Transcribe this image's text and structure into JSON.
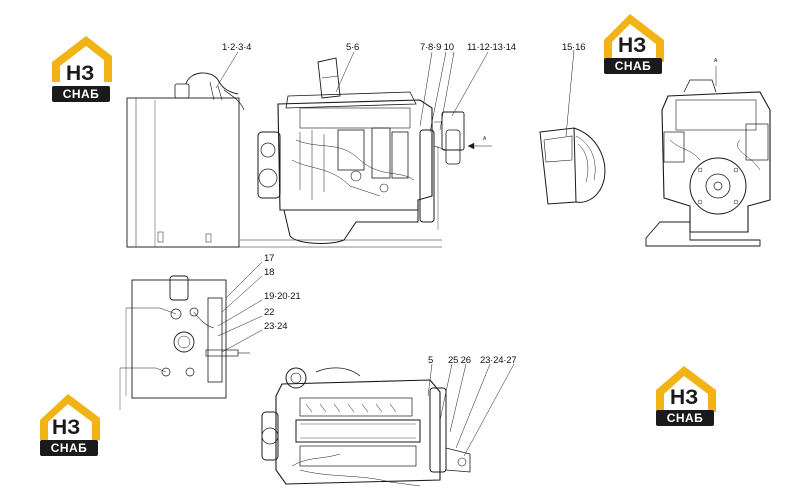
{
  "brand": {
    "logo_main": "НЗ",
    "logo_sub": "СНАБ",
    "accent_color": "#f2b316",
    "dark_color": "#1a1a1a"
  },
  "callouts": {
    "c1": "1·2·3·4",
    "c2": "5·6",
    "c3": "7·8·9 10",
    "c4": "11·12·13·14",
    "c5": "15·16",
    "c6": "17",
    "c7": "18",
    "c8": "19·20·21",
    "c9": "22",
    "c10": "23·24",
    "c11": "5",
    "c12": "25 26",
    "c13": "23·24·27"
  },
  "view_labels": {
    "a1": "A",
    "a2": "A"
  }
}
